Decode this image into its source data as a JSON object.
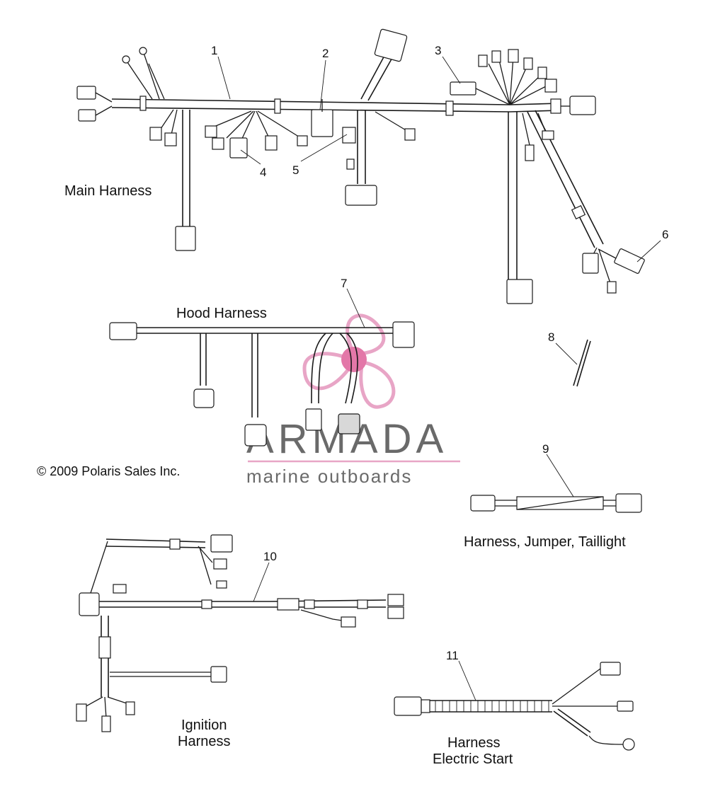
{
  "callouts": [
    "1",
    "2",
    "3",
    "4",
    "5",
    "6",
    "7",
    "8",
    "9",
    "10",
    "11"
  ],
  "labels": {
    "main_harness": "Main Harness",
    "hood_harness": "Hood Harness",
    "jumper_taillight": "Harness, Jumper, Taillight",
    "ignition_line1": "Ignition",
    "ignition_line2": "Harness",
    "electric_line1": "Harness",
    "electric_line2": "Electric Start"
  },
  "copyright": "© 2009 Polaris Sales Inc.",
  "watermark": {
    "brand": "ARMADA",
    "tagline": "marine outboards",
    "logo_color": "#e8a5c6",
    "logo_center_color": "#e377a8",
    "brand_color": "#6a6a6a"
  }
}
